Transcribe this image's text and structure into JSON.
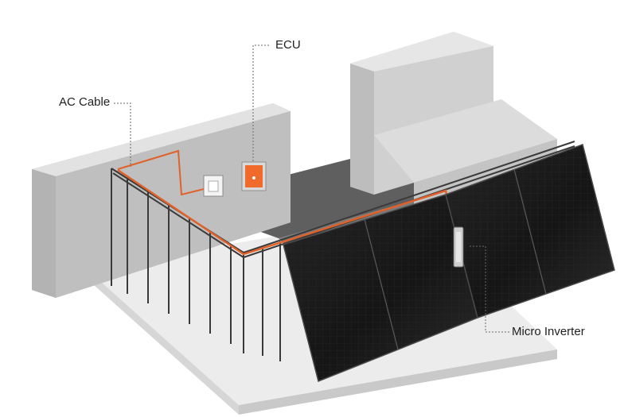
{
  "labels": {
    "ac_cable": "AC Cable",
    "ecu": "ECU",
    "micro_inverter": "Micro Inverter"
  },
  "colors": {
    "cable": "#e0622a",
    "ecu_box": "#f06a2c",
    "panel": "#1b1b1b",
    "wall": "#cfcfcf",
    "railing": "#3a3a3a"
  }
}
